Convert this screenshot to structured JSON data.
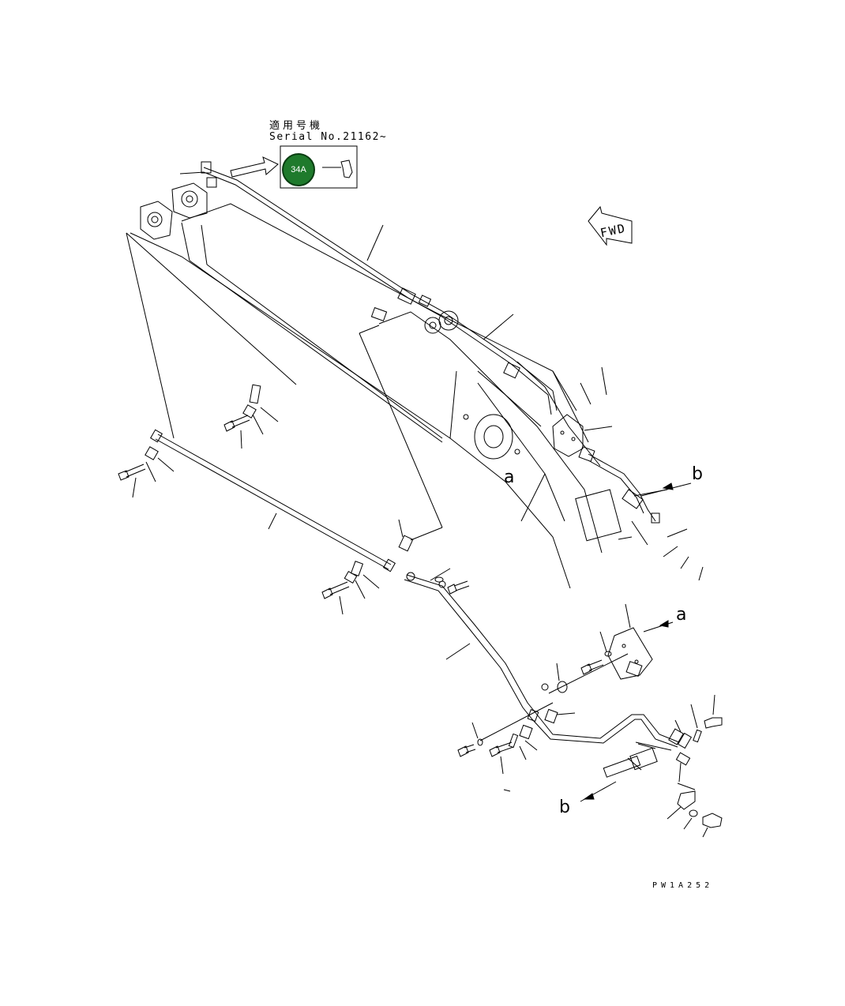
{
  "serial_note": {
    "applicability_jp": "適用号機",
    "serial_number": "Serial No.21162~"
  },
  "reference_badge": {
    "label": "34A",
    "color": "#1f7a2c"
  },
  "direction_marker": {
    "label": "FWD"
  },
  "callouts": {
    "a_upper": "a",
    "b_upper": "b",
    "a_lower": "a",
    "b_lower": "b"
  },
  "drawing_code": "PW1A252",
  "icons": [
    "fwd-arrow-icon",
    "reference-arrow-icon",
    "clip-part-icon"
  ]
}
